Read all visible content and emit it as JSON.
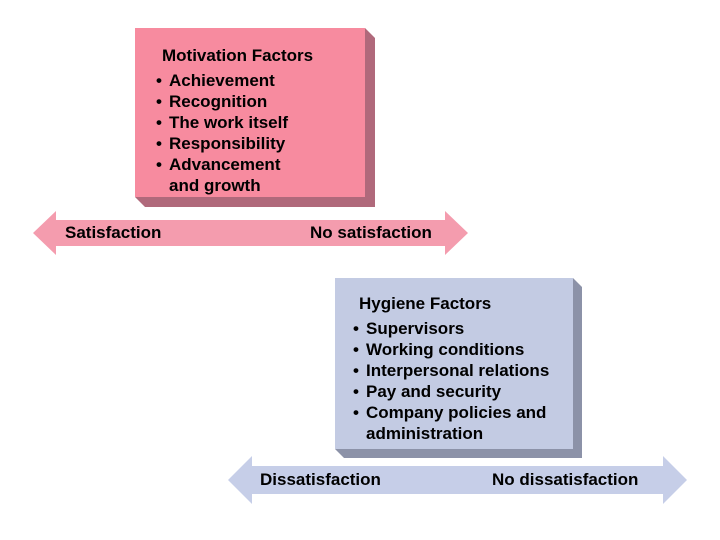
{
  "slide": {
    "topic": "Herzberg two-factor theory diagram"
  },
  "motivation_box": {
    "title": "Motivation Factors",
    "items": [
      "Achievement",
      "Recognition",
      "The work itself",
      "Responsibility",
      "Advancement\nand growth"
    ]
  },
  "hygiene_box": {
    "title": "Hygiene Factors",
    "items": [
      "Supervisors",
      "Working conditions",
      "Interpersonal relations",
      "Pay and security",
      "Company policies and\nadministration"
    ]
  },
  "satisfaction_arrow": {
    "left_label": "Satisfaction",
    "right_label": "No satisfaction"
  },
  "dissatisfaction_arrow": {
    "left_label": "Dissatisfaction",
    "right_label": "No dissatisfaction"
  },
  "colors": {
    "background": "#ffffff",
    "text": "#000000",
    "motivation_fill": "#f78b9f",
    "motivation_shadow": "#b0697b",
    "satisfaction_fill": "#f49cae",
    "hygiene_fill": "#c3cbe3",
    "hygiene_shadow": "#8c92a8",
    "dissatisfaction_fill": "#c6cee8"
  }
}
